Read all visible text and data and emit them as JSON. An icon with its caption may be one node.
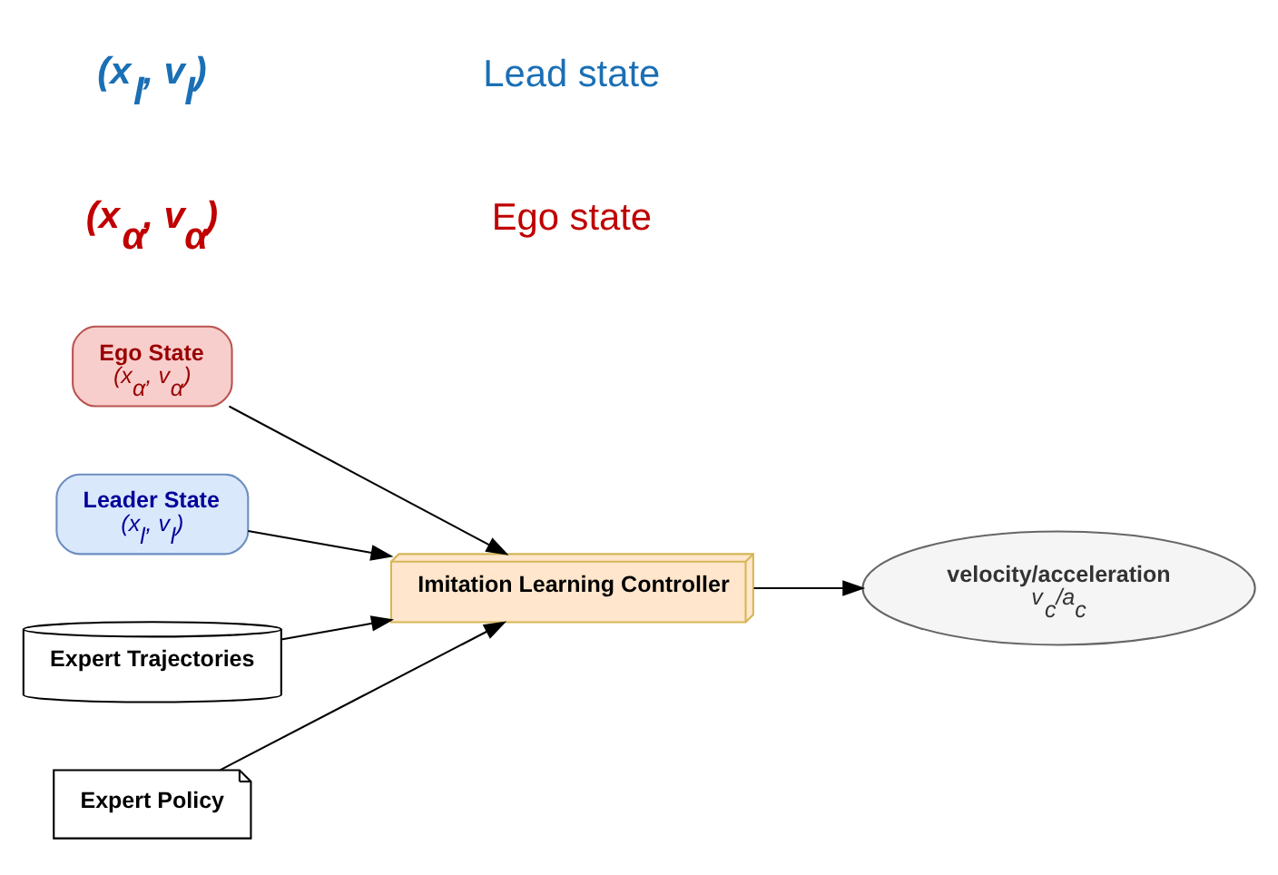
{
  "diagram": {
    "nodes": [
      {
        "text": [
          "Ego State",
          "(x$_{α}$, v$_{α}$)"
        ]
      },
      {
        "text": [
          "Leader State",
          "(x$_{l}$, v$_{l}$)"
        ]
      },
      {
        "text": [
          "Imitation Learning Controller"
        ]
      },
      {
        "text": [
          "velocity/acceleration",
          "v$_{c}$/a$_{c}$"
        ]
      },
      {
        "text": [
          "Expert Trajectories"
        ]
      },
      {
        "text": [
          "Expert Policy"
        ]
      }
    ],
    "edges": [
      {
        "from": 0,
        "to": 2,
        "arrow": "to"
      },
      {
        "from": 1,
        "to": 2,
        "arrow": "to"
      },
      {
        "from": 2,
        "to": 3,
        "arrow": "to"
      },
      {
        "from": 4,
        "to": 2,
        "arrow": "to"
      },
      {
        "from": 5,
        "to": 2,
        "arrow": "to"
      }
    ],
    "labels": [
      "(x$_{α}$, v$_{α}$)",
      "Ego state",
      "(x$_{l}$, v$_{l}$)",
      "Lead state"
    ]
  }
}
